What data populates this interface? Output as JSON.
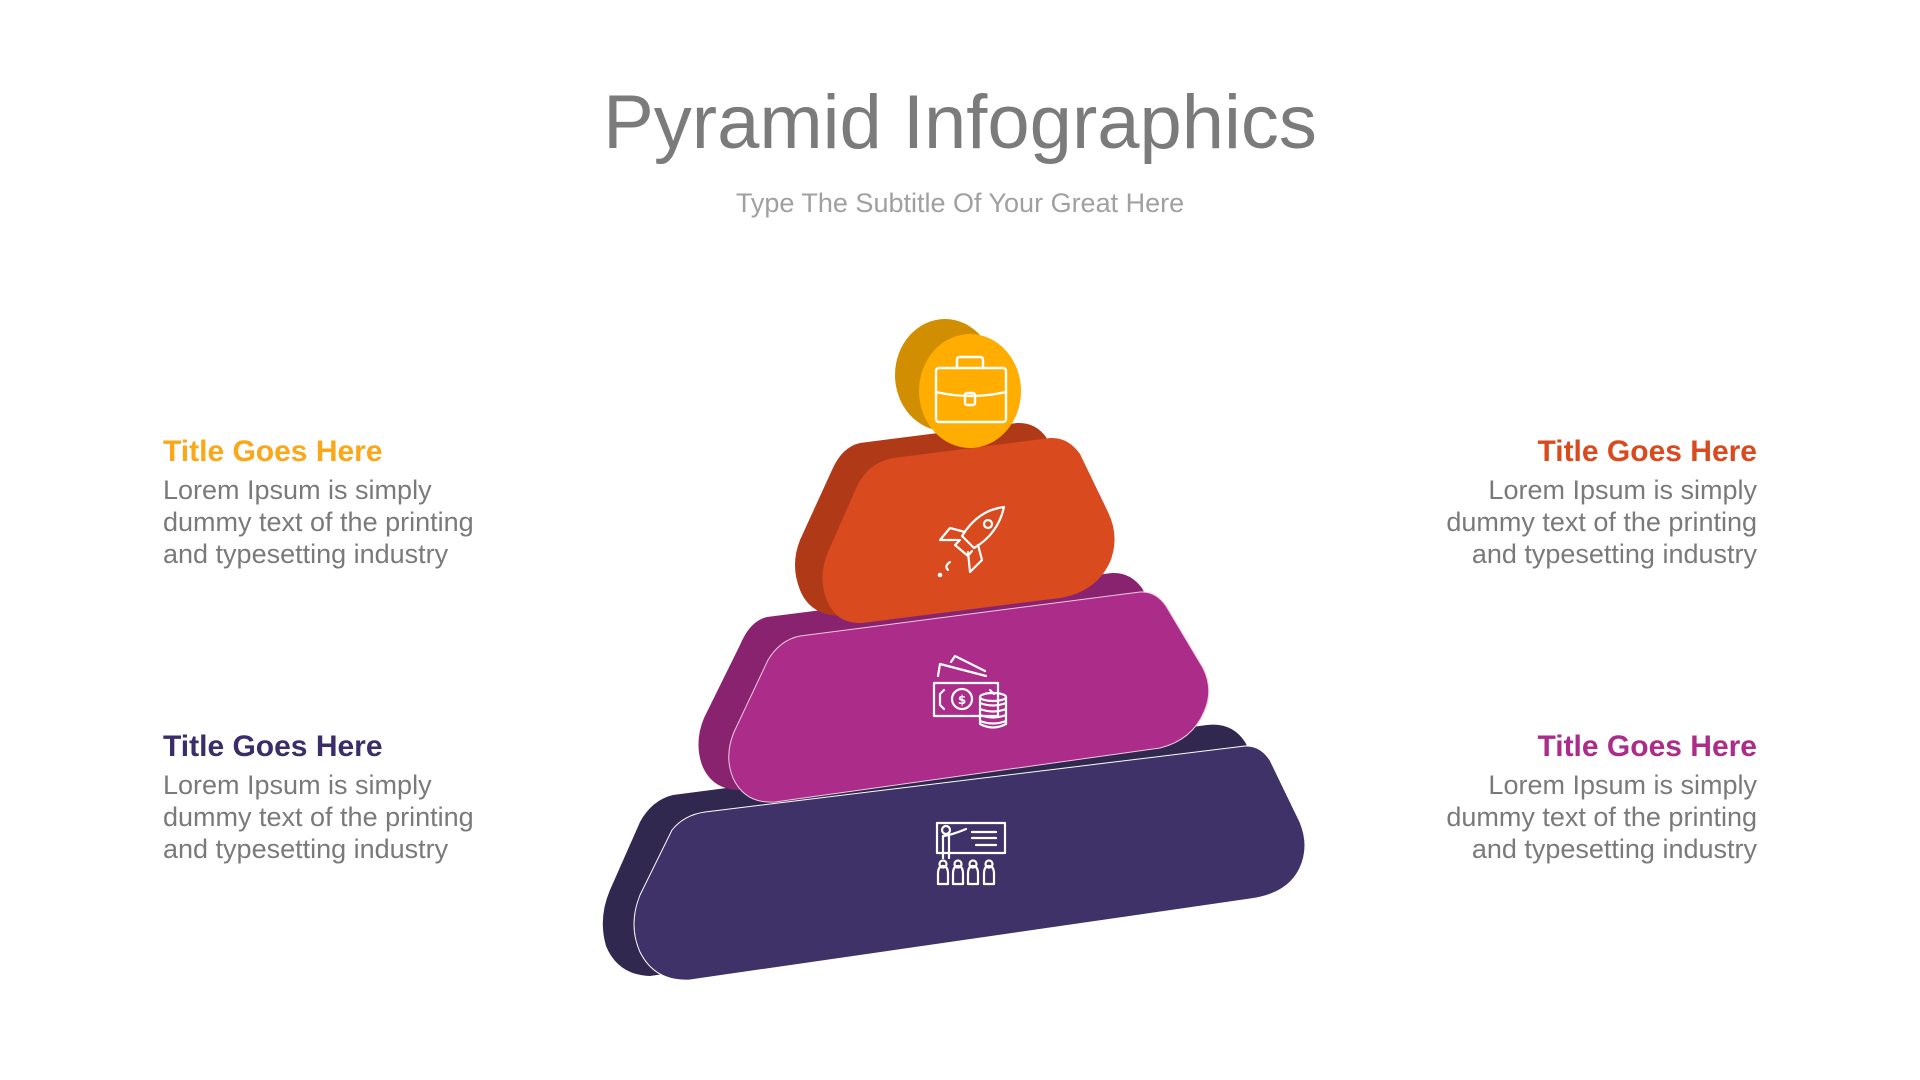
{
  "header": {
    "title": "Pyramid Infographics",
    "subtitle": "Type The Subtitle Of Your Great Here"
  },
  "colors": {
    "level1_front": "#FFAD00",
    "level1_side": "#D08E00",
    "level2_front": "#D94A1E",
    "level2_side": "#B03A18",
    "level3_front": "#AC2D89",
    "level3_side": "#8A236F",
    "level4_front": "#3E3268",
    "level4_side": "#30284F"
  },
  "pyramid": {
    "levels": [
      {
        "level": 1,
        "icon": "briefcase-icon",
        "color": "#FFAD00"
      },
      {
        "level": 2,
        "icon": "rocket-icon",
        "color": "#D94A1E"
      },
      {
        "level": 3,
        "icon": "money-coins-icon",
        "color": "#AC2D89"
      },
      {
        "level": 4,
        "icon": "presentation-icon",
        "color": "#3E3268"
      }
    ]
  },
  "blocks": {
    "top_left": {
      "title": "Title Goes Here",
      "color": "#FBA71A",
      "lines": [
        "Lorem Ipsum is simply",
        "dummy text of the printing",
        "and typesetting industry"
      ]
    },
    "top_right": {
      "title": "Title Goes Here",
      "color": "#D94A1E",
      "lines": [
        "Lorem Ipsum is simply",
        "dummy text of the printing",
        "and typesetting industry"
      ]
    },
    "bottom_left": {
      "title": "Title Goes Here",
      "color": "#3A2D6A",
      "lines": [
        "Lorem Ipsum is simply",
        "dummy text of the printing",
        "and typesetting industry"
      ]
    },
    "bottom_right": {
      "title": "Title Goes Here",
      "color": "#AC2D89",
      "lines": [
        "Lorem Ipsum is simply",
        "dummy text of the printing",
        "and typesetting industry"
      ]
    }
  }
}
